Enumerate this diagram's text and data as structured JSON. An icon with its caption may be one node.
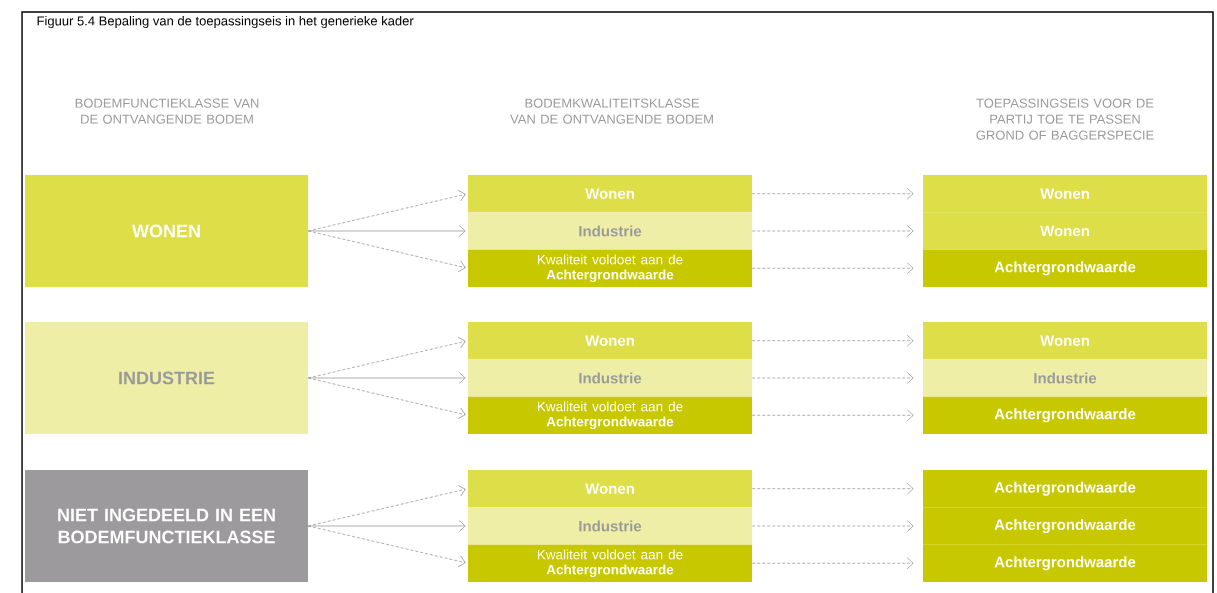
{
  "diagram": {
    "title": "Figuur 5.4  Bepaling van de toepassingseis in het generieke kader",
    "nodes": [
      {
        "text": [
          "WONEN"
        ]
      },
      {
        "text": [
          "Wonen"
        ]
      },
      {
        "text": [
          "Industrie"
        ]
      },
      {
        "text": [
          "Kwaliteit voldoet aan de **Achtergrondwaarde**"
        ]
      },
      {
        "text": [
          "Wonen"
        ]
      },
      {
        "text": [
          "Wonen"
        ]
      },
      {
        "text": [
          "Achtergrondwaarde"
        ]
      },
      {
        "text": [
          "INDUSTRIE"
        ]
      },
      {
        "text": [
          "Wonen"
        ]
      },
      {
        "text": [
          "Industrie"
        ]
      },
      {
        "text": [
          "Kwaliteit voldoet aan de **Achtergrondwaarde**"
        ]
      },
      {
        "text": [
          "Wonen"
        ]
      },
      {
        "text": [
          "Industrie"
        ]
      },
      {
        "text": [
          "Achtergrondwaarde"
        ]
      },
      {
        "text": [
          "NIET INGEDEELD IN EEN BODEMFUNCTIEKLASSE"
        ]
      },
      {
        "text": [
          "Wonen"
        ]
      },
      {
        "text": [
          "Industrie"
        ]
      },
      {
        "text": [
          "Kwaliteit voldoet aan de **Achtergrondwaarde**"
        ]
      },
      {
        "text": [
          "Achtergrondwaarde"
        ]
      },
      {
        "text": [
          "Achtergrondwaarde"
        ]
      },
      {
        "text": [
          "Achtergrondwaarde"
        ]
      }
    ],
    "edges": [
      {
        "from": 0,
        "to": 1,
        "arrow": "to",
        "style": "dashed"
      },
      {
        "from": 0,
        "to": 2,
        "arrow": "to"
      },
      {
        "from": 0,
        "to": 3,
        "arrow": "to",
        "style": "dashed"
      },
      {
        "from": 1,
        "to": 4,
        "arrow": "to",
        "style": "dashed"
      },
      {
        "from": 2,
        "to": 5,
        "arrow": "to",
        "style": "dashed"
      },
      {
        "from": 3,
        "to": 6,
        "arrow": "to",
        "style": "dashed"
      },
      {
        "from": 7,
        "to": 8,
        "arrow": "to",
        "style": "dashed"
      },
      {
        "from": 7,
        "to": 9,
        "arrow": "to"
      },
      {
        "from": 7,
        "to": 10,
        "arrow": "to",
        "style": "dashed"
      },
      {
        "from": 8,
        "to": 11,
        "arrow": "to",
        "style": "dashed"
      },
      {
        "from": 9,
        "to": 12,
        "arrow": "to",
        "style": "dashed"
      },
      {
        "from": 10,
        "to": 13,
        "arrow": "to",
        "style": "dashed"
      },
      {
        "from": 14,
        "to": 15,
        "arrow": "to",
        "style": "dashed"
      },
      {
        "from": 14,
        "to": 16,
        "arrow": "to"
      },
      {
        "from": 14,
        "to": 17,
        "arrow": "to",
        "style": "dashed"
      },
      {
        "from": 15,
        "to": 18,
        "arrow": "to",
        "style": "dashed"
      },
      {
        "from": 16,
        "to": 19,
        "arrow": "to",
        "style": "dashed"
      },
      {
        "from": 17,
        "to": 20,
        "arrow": "to",
        "style": "dashed"
      }
    ],
    "labels": [
      "BODEMFUNCTIEKLASSE VAN DE ONTVANGENDE BODEM",
      "BODEMKWALITEITSKLASSE VAN DE ONTVANGENDE BODEM",
      "TOEPASSINGSEIS VOOR DE PARTIJ TOE TE PASSEN GROND OF BAGGERSPECIE"
    ]
  }
}
